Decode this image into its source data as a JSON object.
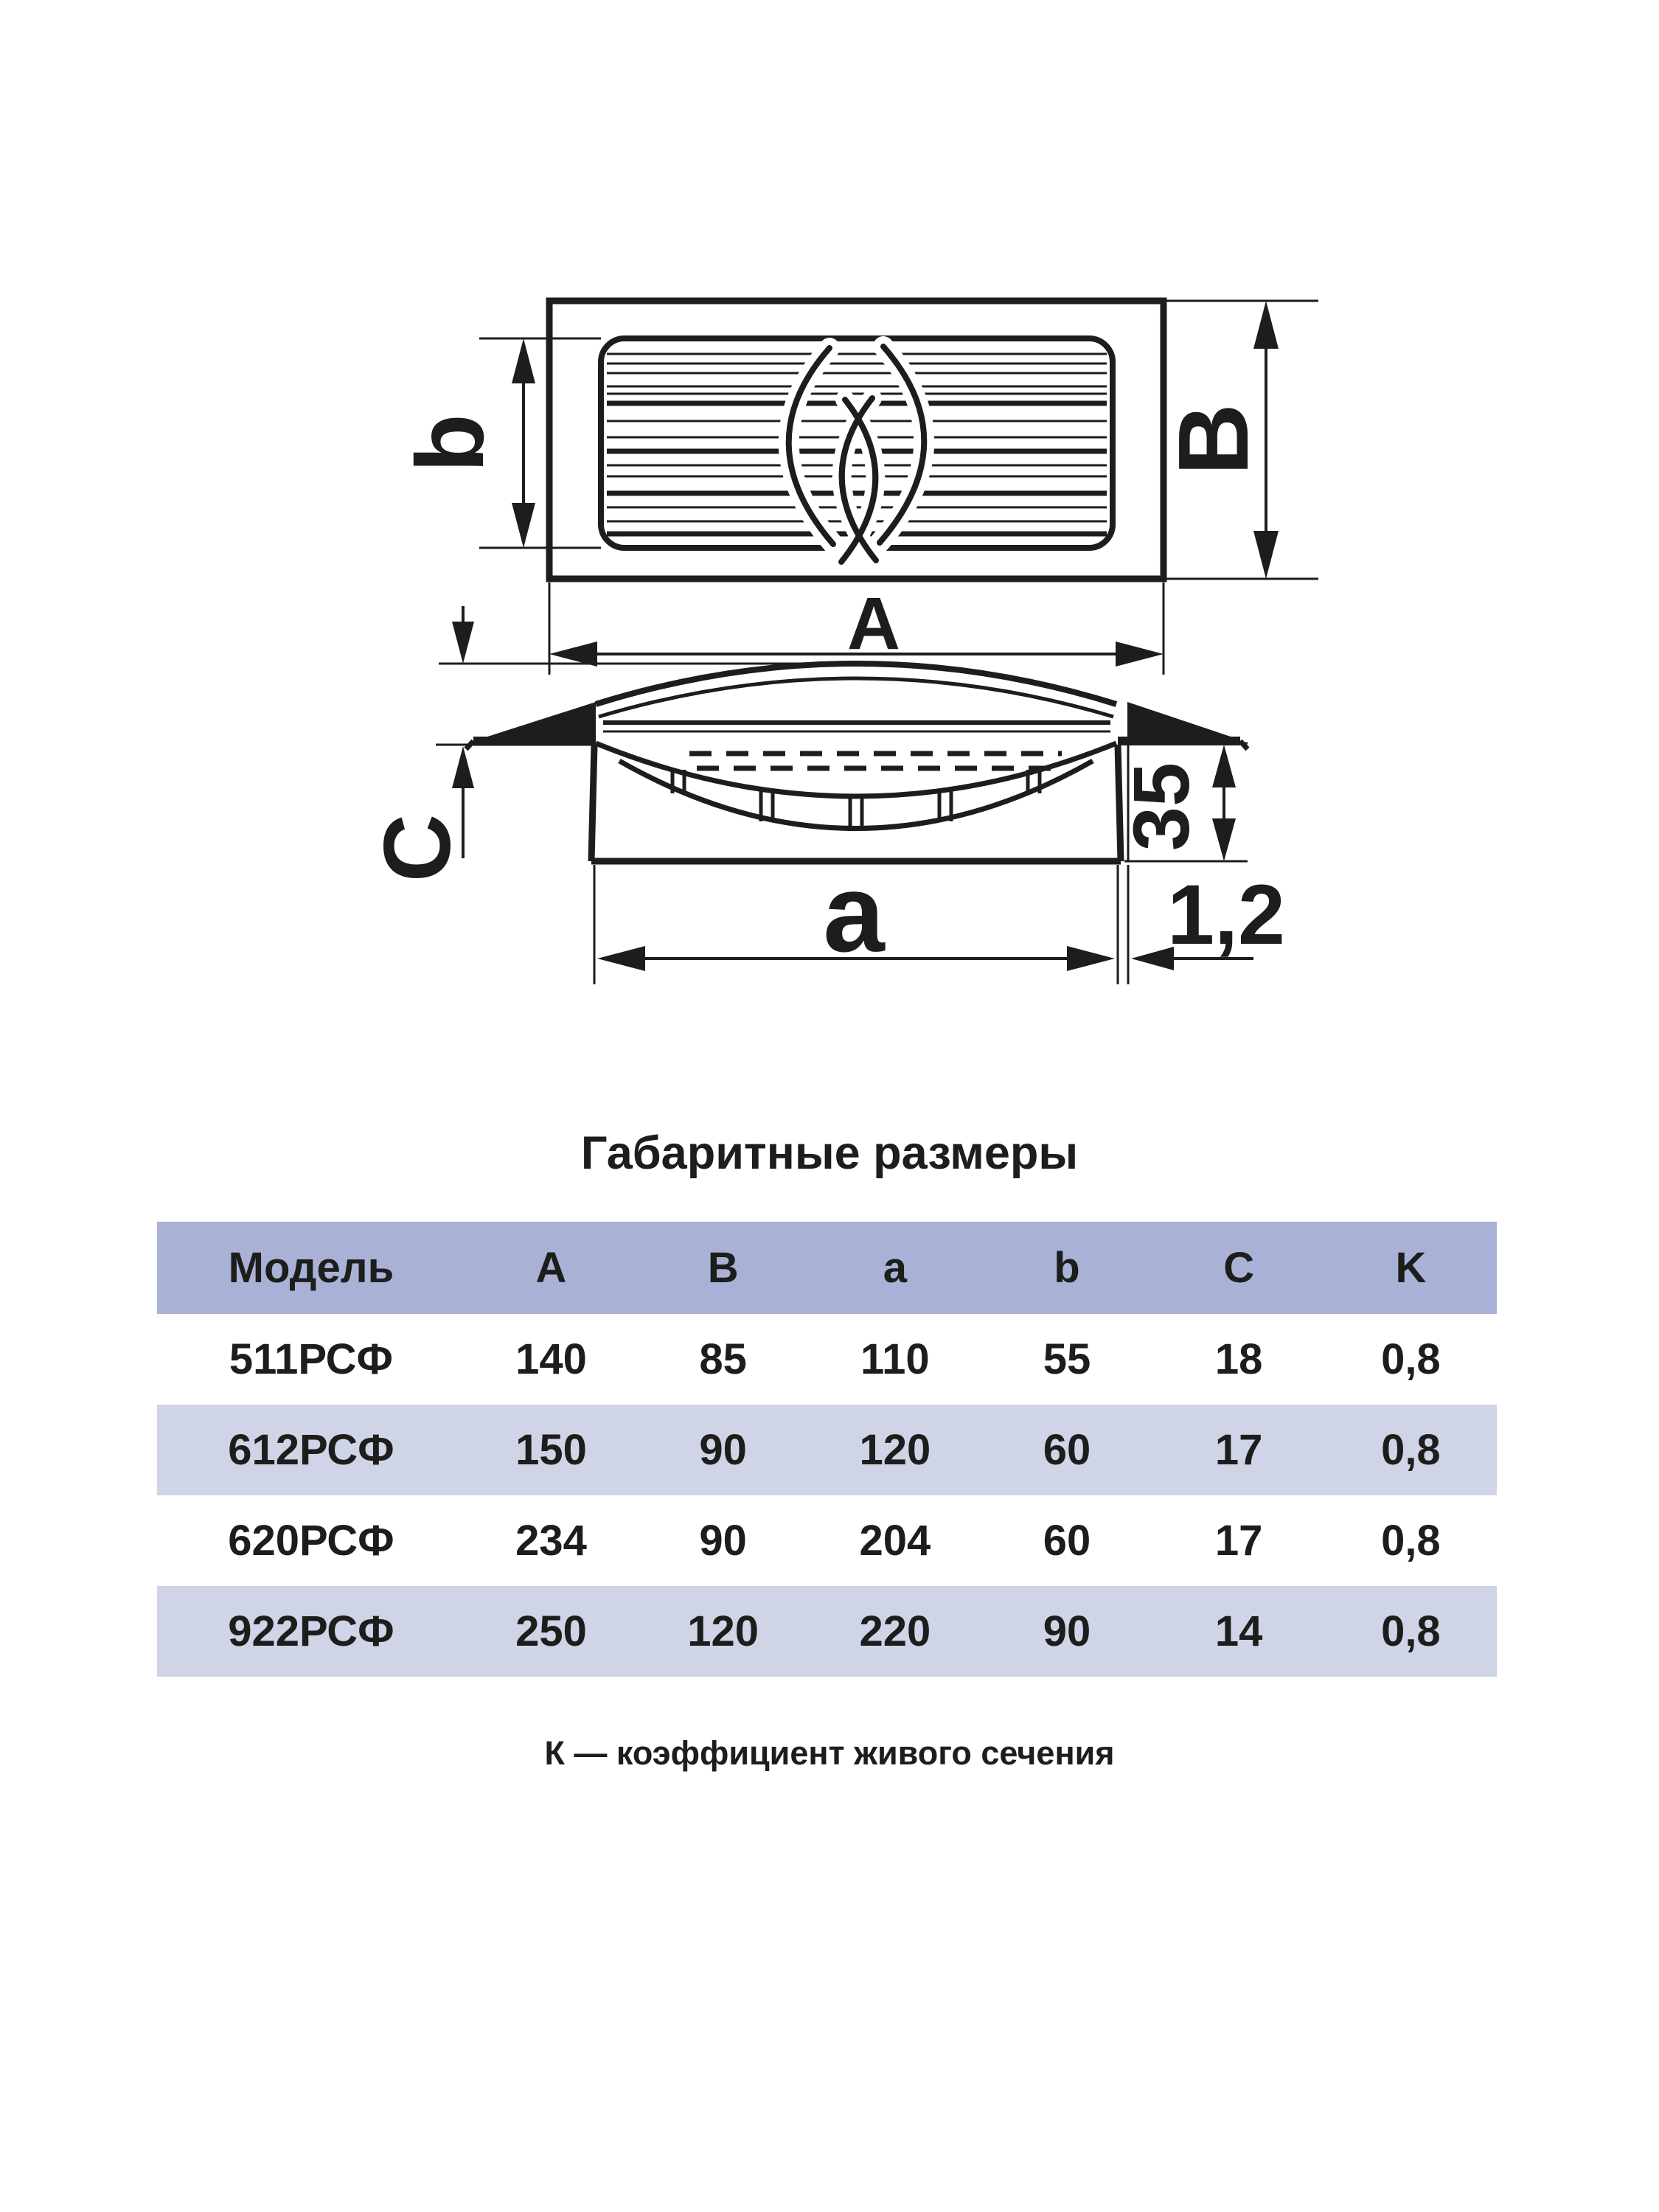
{
  "colors": {
    "page_bg": "#ffffff",
    "ink": "#1d1d1b",
    "table_header_bg": "#a9b1d6",
    "table_row_alt_bg": "#cfd4e7"
  },
  "diagram": {
    "top_view": {
      "width_label": "A",
      "height_label": "B",
      "slot_height_label": "b"
    },
    "side_view": {
      "slot_width_label": "a",
      "protrusion_label": "C",
      "depth_label": "35",
      "thickness_label": "1,2"
    }
  },
  "table": {
    "title": "Габаритные размеры",
    "columns": [
      "Модель",
      "A",
      "B",
      "a",
      "b",
      "C",
      "K"
    ],
    "rows": [
      [
        "511РСФ",
        "140",
        "85",
        "110",
        "55",
        "18",
        "0,8"
      ],
      [
        "612РСФ",
        "150",
        "90",
        "120",
        "60",
        "17",
        "0,8"
      ],
      [
        "620РСФ",
        "234",
        "90",
        "204",
        "60",
        "17",
        "0,8"
      ],
      [
        "922РСФ",
        "250",
        "120",
        "220",
        "90",
        "14",
        "0,8"
      ]
    ],
    "footnote": "К — коэффициент живого сечения"
  }
}
